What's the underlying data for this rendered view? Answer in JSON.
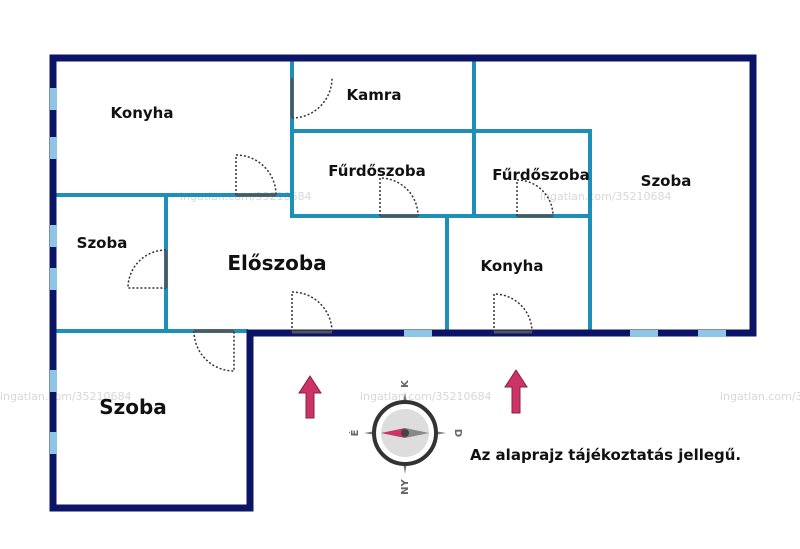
{
  "rooms": [
    {
      "id": "konyha-1",
      "label": "Konyha"
    },
    {
      "id": "kamra",
      "label": "Kamra"
    },
    {
      "id": "furdoszoba-1",
      "label": "Fűrdőszoba"
    },
    {
      "id": "furdoszoba-2",
      "label": "Fűrdőszoba"
    },
    {
      "id": "szoba-right",
      "label": "Szoba"
    },
    {
      "id": "szoba-left",
      "label": "Szoba"
    },
    {
      "id": "eloszoba",
      "label": "Előszoba"
    },
    {
      "id": "konyha-2",
      "label": "Konyha"
    },
    {
      "id": "szoba-bottom",
      "label": "Szoba"
    }
  ],
  "compass": {
    "north": "K",
    "east": "D",
    "south": "NY",
    "west": "É"
  },
  "note": "Az alaprajz tájékoztatás jellegű.",
  "watermark": "ingatlan.com/35210684",
  "colors": {
    "outer_wall": "#0b1466",
    "inner_wall": "#1d8fb8",
    "window": "#8fc6e3",
    "arrow": "#cc3366",
    "door": "#333333"
  }
}
